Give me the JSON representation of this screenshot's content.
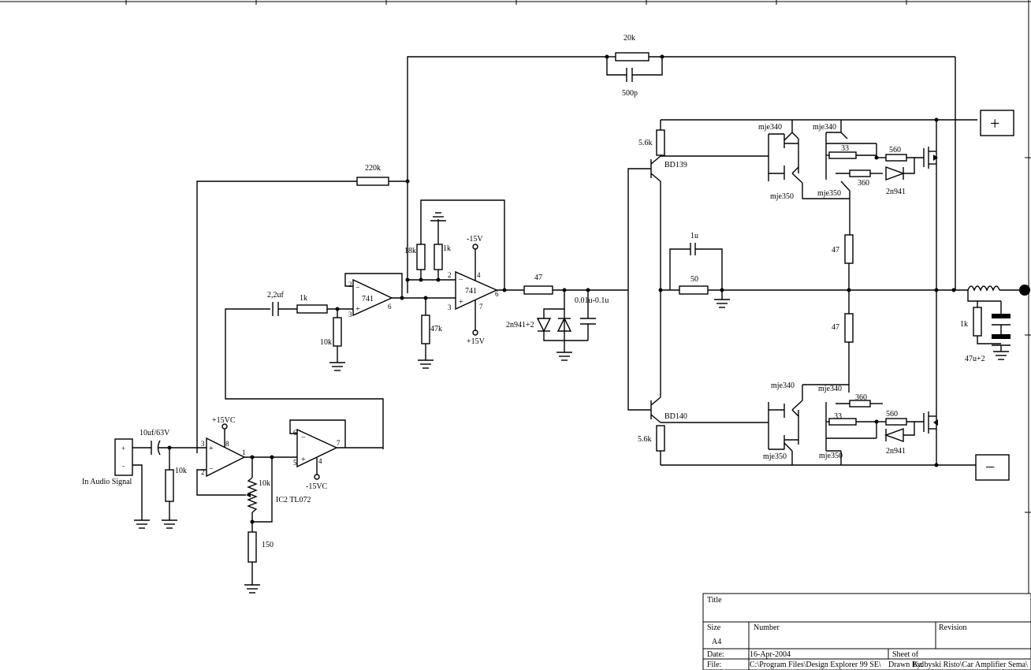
{
  "labels": {
    "r_feedback": "20k",
    "c_feedback": "500p",
    "r_220k": "220k",
    "r_18k": "18k",
    "r_1k_top": "1k",
    "v_neg15": "-15V",
    "v_pos15": "+15V",
    "op_741a": "741",
    "op_741b": "741",
    "r_47_mid": "47",
    "c_range": "0.01u-0.1u",
    "d_2n941x2": "2n941+2",
    "c_22uf": "2,2uf",
    "r_1k_in": "1k",
    "r_10k_a": "10k",
    "r_47k": "47k",
    "pin2a": "2",
    "pin3a": "3",
    "pin6a": "6",
    "pin2b": "2",
    "pin3b": "3",
    "pin4b": "4",
    "pin6b": "6",
    "pin7b": "7",
    "c_10uf": "10uf/63V",
    "r_10k_in": "10k",
    "in_label": "In Audio Signal",
    "v_p15vc": "+15VC",
    "v_m15vc": "-15VC",
    "pot_10k": "10k",
    "ic2": "IC2 TL072",
    "r_150": "150",
    "p3": "3",
    "p8": "8",
    "p2": "2",
    "p1": "1",
    "p6": "6",
    "p5": "5",
    "p7": "7",
    "p4": "4",
    "r_56k_top": "5.6k",
    "q_bd139": "BD139",
    "r_56k_bot": "5.6k",
    "q_bd140": "BD140",
    "mje340_a": "mje340",
    "mje340_b": "mje340",
    "mje350_a": "mje350",
    "mje350_b": "mje350",
    "mje340_c": "mje340",
    "mje340_d": "mje340",
    "mje350_c": "mje350",
    "mje350_d": "mje350",
    "r_33_top": "33",
    "r_560_top": "560",
    "r_360_top": "360",
    "d_2n941_top": "2n941",
    "r_33_bot": "33",
    "r_560_bot": "560",
    "r_360_bot": "360",
    "d_2n941_bot": "2n941",
    "c_1u": "1u",
    "r_50": "50",
    "r_47_up": "47",
    "r_47_dn": "47",
    "r_1k_out": "1k",
    "c_47u": "47u+2",
    "plus_sign": "+",
    "minus_sign": "−",
    "in_plus": "+",
    "in_minus": "-",
    "op_plus": "+",
    "op_minus": "−"
  },
  "title_block": {
    "title_label": "Title",
    "size_label": "Size",
    "size_value": "A4",
    "number_label": "Number",
    "revision_label": "Revision",
    "date_label": "Date:",
    "date_value": "16-Apr-2004",
    "sheet_label": "Sheet    of",
    "file_label": "File:",
    "file_value": "C:\\Program Files\\Design Explorer 99 SE\\",
    "drawn_by": "Drawn By:",
    "path_tail": "Kalbyski Risto\\Car Amplifier Sema\\"
  }
}
